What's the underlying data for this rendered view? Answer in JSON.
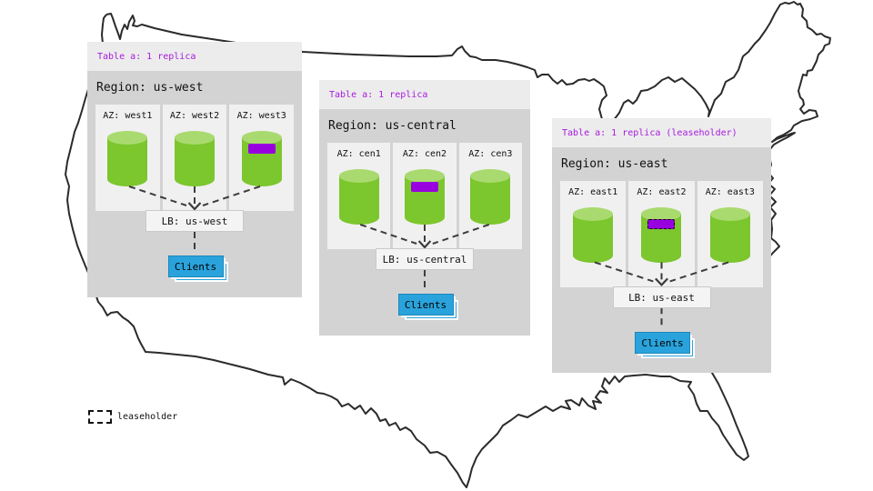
{
  "colors": {
    "accent_purple": "#a81ae0",
    "replica_green": "#7cc62e",
    "replica_green_top": "#a9da6f",
    "band_purple": "#9900e0",
    "clients_blue": "#2aa3dc",
    "map_stroke": "#2b2b2b"
  },
  "legend": {
    "label": "leaseholder"
  },
  "regions": [
    {
      "table_label": "Table a: 1 replica",
      "region_label": "Region: us-west",
      "lb_label": "LB: us-west",
      "clients_label": "Clients",
      "azs": [
        {
          "label": "AZ: west1",
          "has_band": false,
          "is_leaseholder": false
        },
        {
          "label": "AZ: west2",
          "has_band": false,
          "is_leaseholder": false
        },
        {
          "label": "AZ: west3",
          "has_band": true,
          "is_leaseholder": false
        }
      ]
    },
    {
      "table_label": "Table a: 1 replica",
      "region_label": "Region: us-central",
      "lb_label": "LB: us-central",
      "clients_label": "Clients",
      "azs": [
        {
          "label": "AZ: cen1",
          "has_band": false,
          "is_leaseholder": false
        },
        {
          "label": "AZ: cen2",
          "has_band": true,
          "is_leaseholder": false
        },
        {
          "label": "AZ: cen3",
          "has_band": false,
          "is_leaseholder": false
        }
      ]
    },
    {
      "table_label": "Table a: 1 replica (leaseholder)",
      "region_label": "Region: us-east",
      "lb_label": "LB: us-east",
      "clients_label": "Clients",
      "azs": [
        {
          "label": "AZ: east1",
          "has_band": false,
          "is_leaseholder": false
        },
        {
          "label": "AZ: east2",
          "has_band": true,
          "is_leaseholder": true
        },
        {
          "label": "AZ: east3",
          "has_band": false,
          "is_leaseholder": false
        }
      ]
    }
  ]
}
